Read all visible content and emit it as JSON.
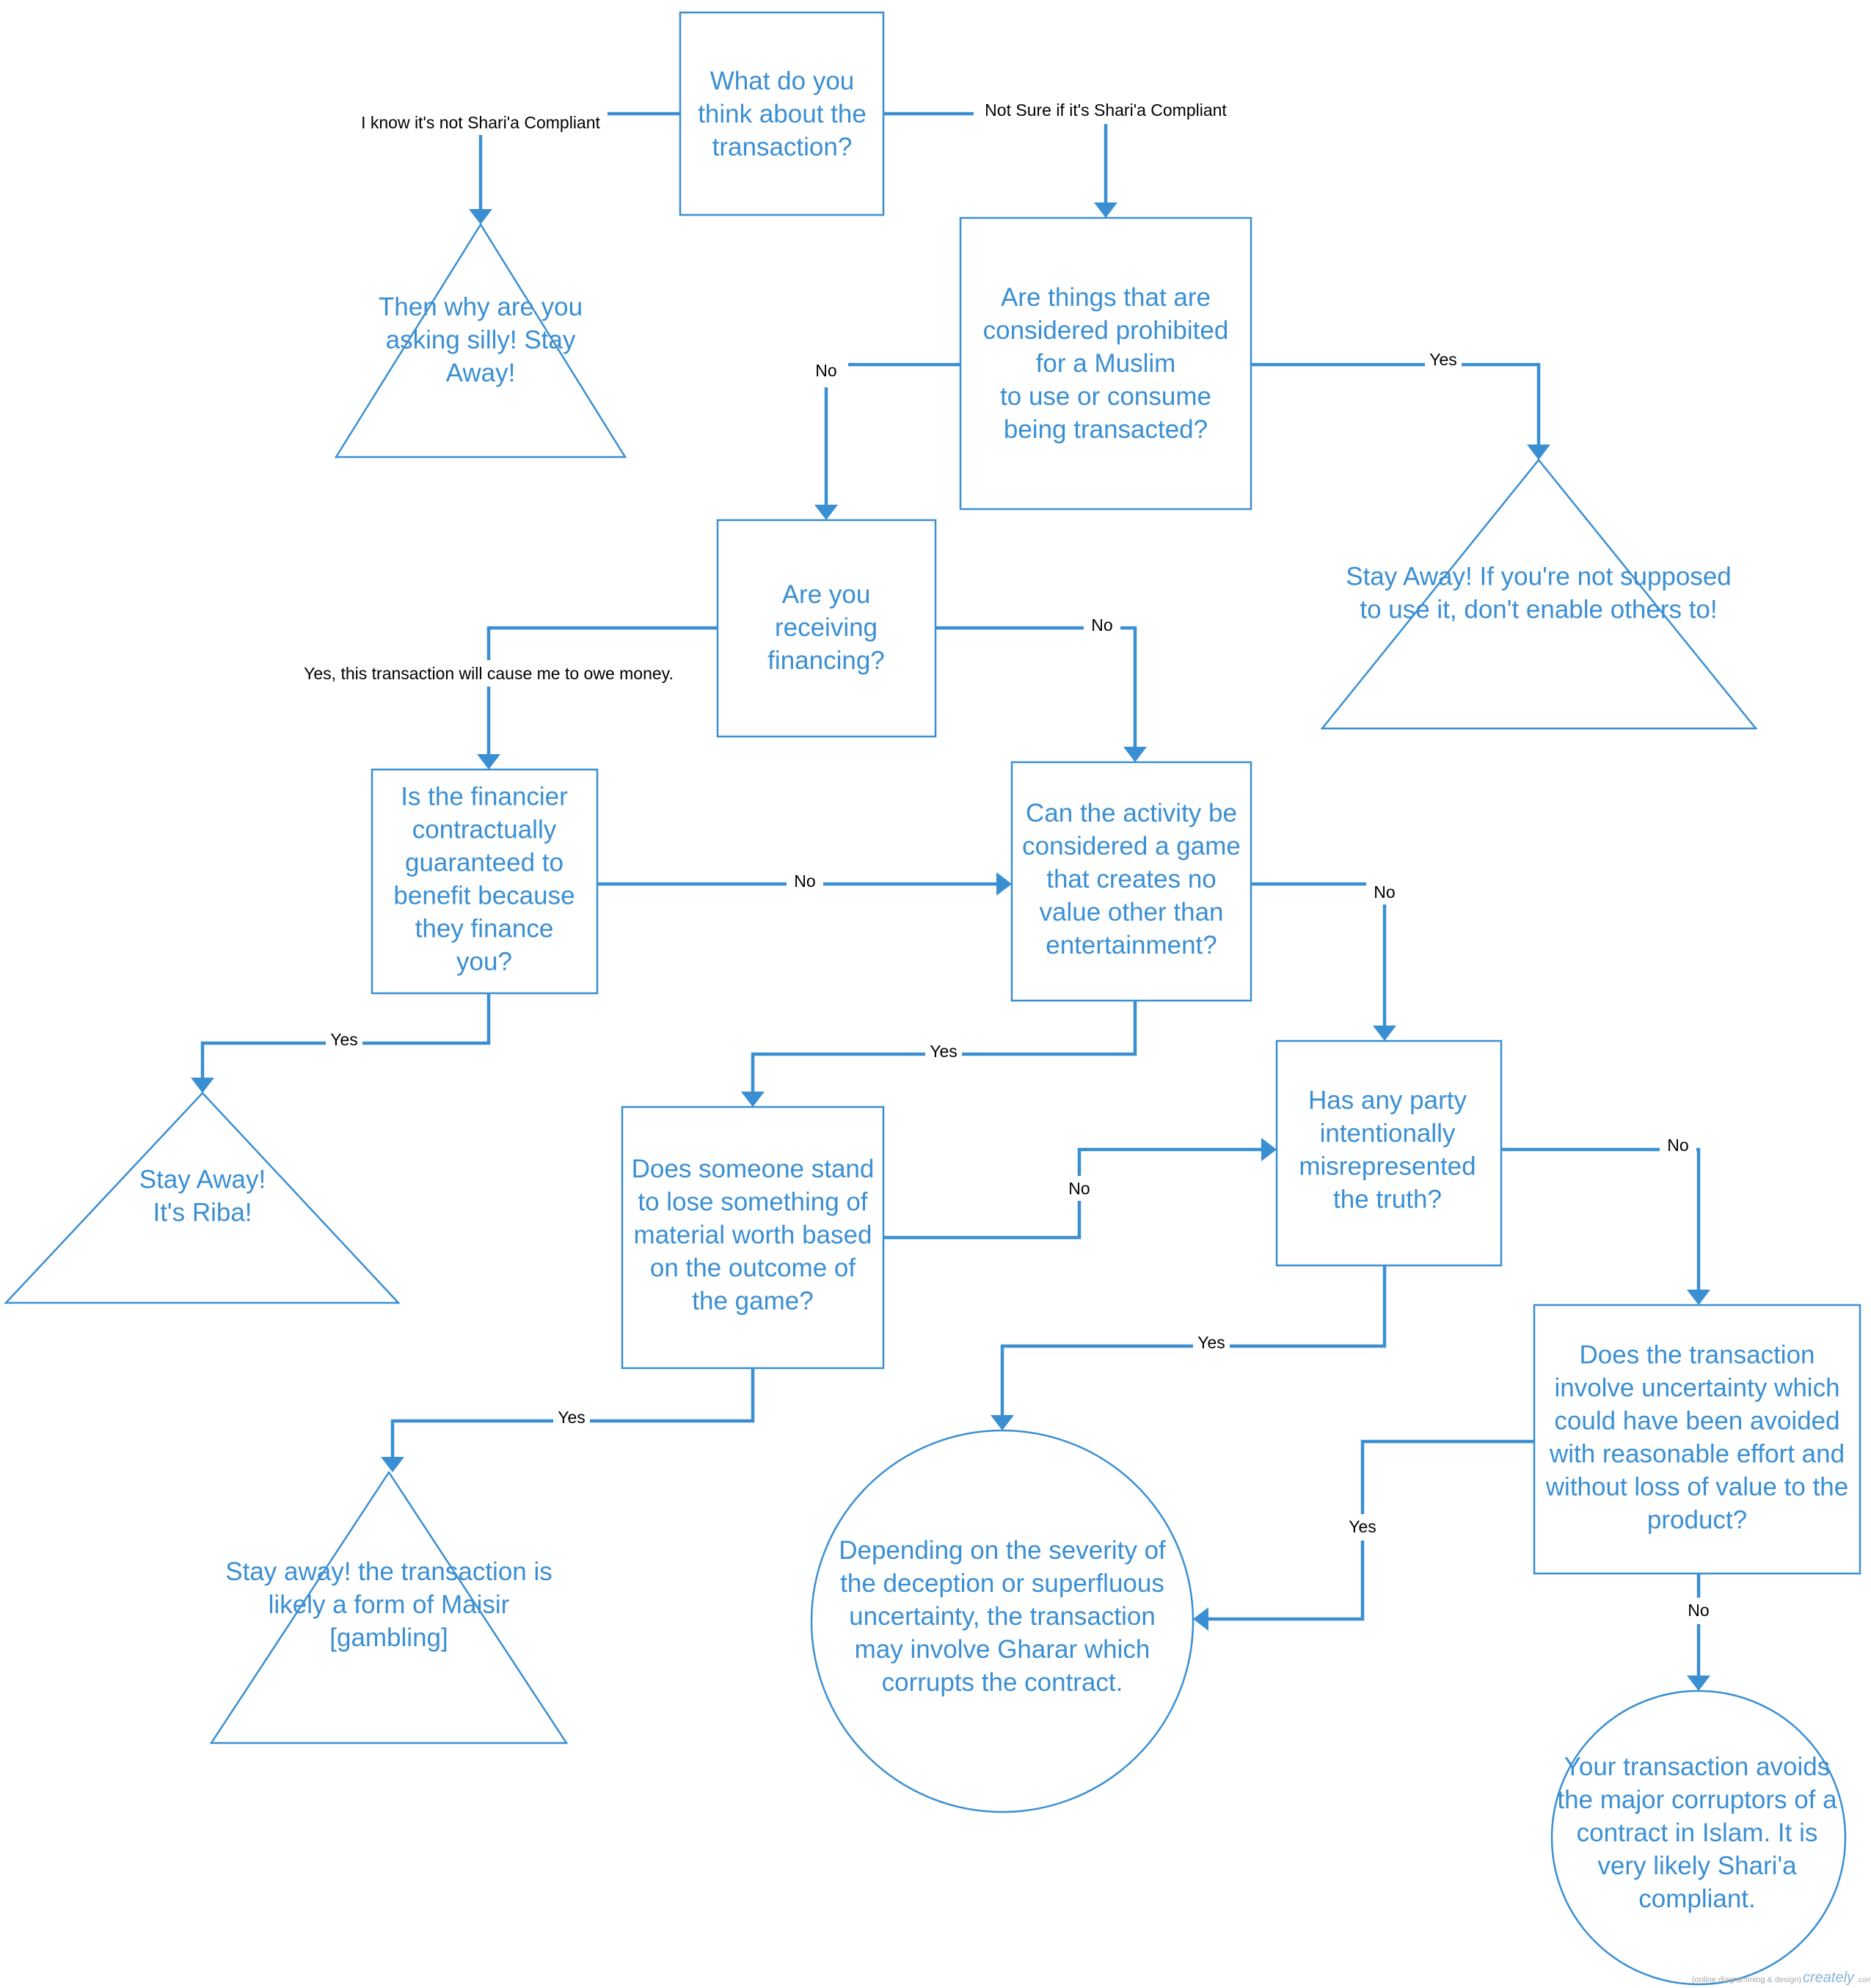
{
  "nodes": {
    "start": {
      "lines": [
        "What do you",
        "think about the",
        "transaction?"
      ]
    },
    "not_compliant_end": {
      "lines": [
        "Then why are you",
        "asking silly! Stay",
        "Away!"
      ]
    },
    "prohibited": {
      "lines": [
        "Are things that are",
        "considered prohibited",
        "for a Muslim",
        "to use or consume",
        "being transacted?"
      ]
    },
    "stay_away_enable": {
      "lines": [
        "Stay Away! If you're not supposed",
        "to use it, don't enable others to!"
      ]
    },
    "financing": {
      "lines": [
        "Are you",
        "receiving",
        "financing?"
      ]
    },
    "financier": {
      "lines": [
        "Is the financier",
        "contractually",
        "guaranteed to",
        "benefit because",
        "they finance",
        "you?"
      ]
    },
    "game": {
      "lines": [
        "Can the activity be",
        "considered a game",
        "that creates no",
        "value other than",
        "entertainment?"
      ]
    },
    "riba_end": {
      "lines": [
        "Stay Away!",
        "It's Riba!"
      ]
    },
    "lose_something": {
      "lines": [
        "Does someone stand",
        "to lose something of",
        "material worth based",
        "on the outcome of",
        "the game?"
      ]
    },
    "misrepresented": {
      "lines": [
        "Has any party",
        "intentionally",
        "misrepresented",
        "the truth?"
      ]
    },
    "uncertainty": {
      "lines": [
        "Does the transaction",
        "involve uncertainty which",
        "could have been avoided",
        "with reasonable effort and",
        "without loss of value to the",
        "product?"
      ]
    },
    "maisir_end": {
      "lines": [
        "Stay away! the transaction is",
        "likely a form of Maisir",
        "[gambling]"
      ]
    },
    "gharar_end": {
      "lines": [
        "Depending on the severity of",
        "the deception or superfluous",
        "uncertainty, the transaction",
        "may involve Gharar which",
        "corrupts the contract."
      ]
    },
    "compliant_end": {
      "lines": [
        "Your transaction avoids",
        "the major corruptors of a",
        "contract in Islam. It is",
        "very likely Shari'a",
        "compliant."
      ]
    }
  },
  "edge_labels": {
    "start_not_compliant": "I know it's not Shari'a Compliant",
    "start_not_sure": "Not Sure if it's Shari'a Compliant",
    "prohibited_no": "No",
    "prohibited_yes": "Yes",
    "financing_yes": "Yes, this transaction will cause me to owe money.",
    "financing_no": "No",
    "financier_no": "No",
    "financier_yes": "Yes",
    "game_no": "No",
    "game_yes": "Yes",
    "lose_no": "No",
    "lose_yes": "Yes",
    "misrepresented_no": "No",
    "misrepresented_yes": "Yes",
    "uncertainty_yes": "Yes",
    "uncertainty_no": "No"
  },
  "footer": {
    "tagline": "(online diagramming & design)",
    "brand": "creately",
    "domain": ".com"
  },
  "colors": {
    "accent": "#3a8fd3",
    "label_text": "#000000"
  }
}
